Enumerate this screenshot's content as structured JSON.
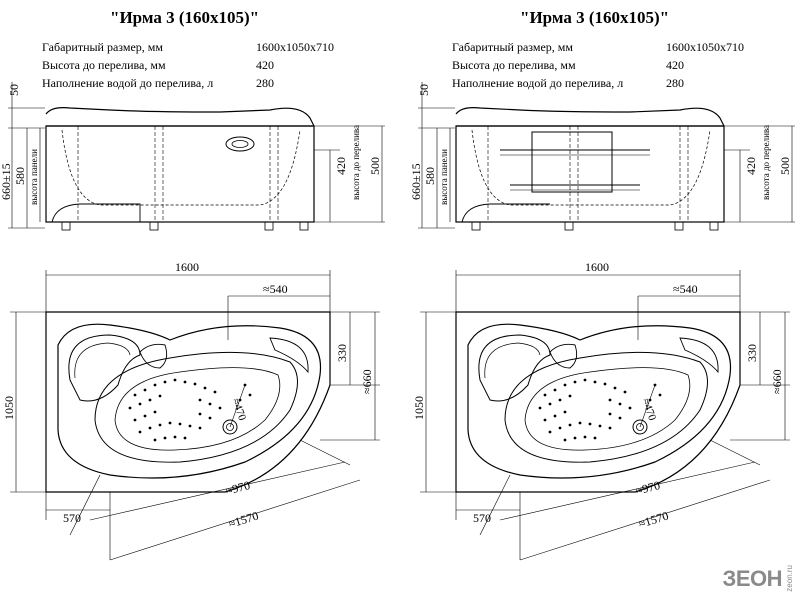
{
  "panels": [
    {
      "title": "\"Ирма 3 (160x105)\"",
      "specs": [
        {
          "label": "Габаритный размер, мм",
          "value": "1600x1050x710"
        },
        {
          "label": "Высота до перелива, мм",
          "value": "420"
        },
        {
          "label": "Наполнение водой до перелива, л",
          "value": "280"
        }
      ],
      "side_view": {
        "dim_50": "50",
        "dim_660": "660±15",
        "dim_580": "580",
        "label_panel_height": "высота панели",
        "dim_420": "420",
        "label_overflow_height": "высота до перелива",
        "dim_500": "500"
      },
      "top_view": {
        "dim_1600": "1600",
        "dim_540": "≈540",
        "dim_330": "330",
        "dim_660": "≈660",
        "dim_1050": "1050",
        "dim_470": "≈470",
        "dim_970": "≈970",
        "dim_570": "570",
        "dim_1570": "≈1570"
      }
    },
    {
      "title": "\"Ирма 3 (160x105)\"",
      "specs": [
        {
          "label": "Габаритный размер, мм",
          "value": "1600x1050x710"
        },
        {
          "label": "Высота до перелива, мм",
          "value": "420"
        },
        {
          "label": "Наполнение водой до перелива, л",
          "value": "280"
        }
      ],
      "side_view": {
        "dim_50": "50",
        "dim_660": "660±15",
        "dim_580": "580",
        "label_panel_height": "высота панели",
        "dim_420": "420",
        "label_overflow_height": "высота до перелива",
        "dim_500": "500"
      },
      "top_view": {
        "dim_1600": "1600",
        "dim_540": "≈540",
        "dim_330": "330",
        "dim_660": "≈660",
        "dim_1050": "1050",
        "dim_470": "≈470",
        "dim_970": "≈970",
        "dim_570": "570",
        "dim_1570": "≈1570"
      }
    }
  ],
  "logo": {
    "text": "ЗЕОН",
    "sub": "zeon.ru"
  }
}
